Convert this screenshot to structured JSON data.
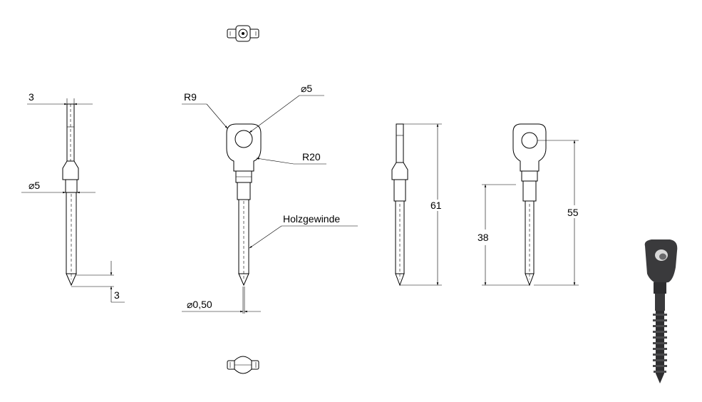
{
  "dimensions": {
    "side_top_width": "3",
    "side_diameter": "⌀5",
    "side_tip_length": "3",
    "front_eye_radius": "R9",
    "front_hole_diameter": "⌀5",
    "front_neck_radius": "R20",
    "front_thread_label": "Holzgewinde",
    "front_tip_diameter": "⌀0,50",
    "overall_length": "61",
    "thread_length": "38",
    "hole_to_tip_length": "55"
  },
  "colors": {
    "line": "#000000",
    "background": "#ffffff",
    "render_dark": "#3a3a3c"
  }
}
